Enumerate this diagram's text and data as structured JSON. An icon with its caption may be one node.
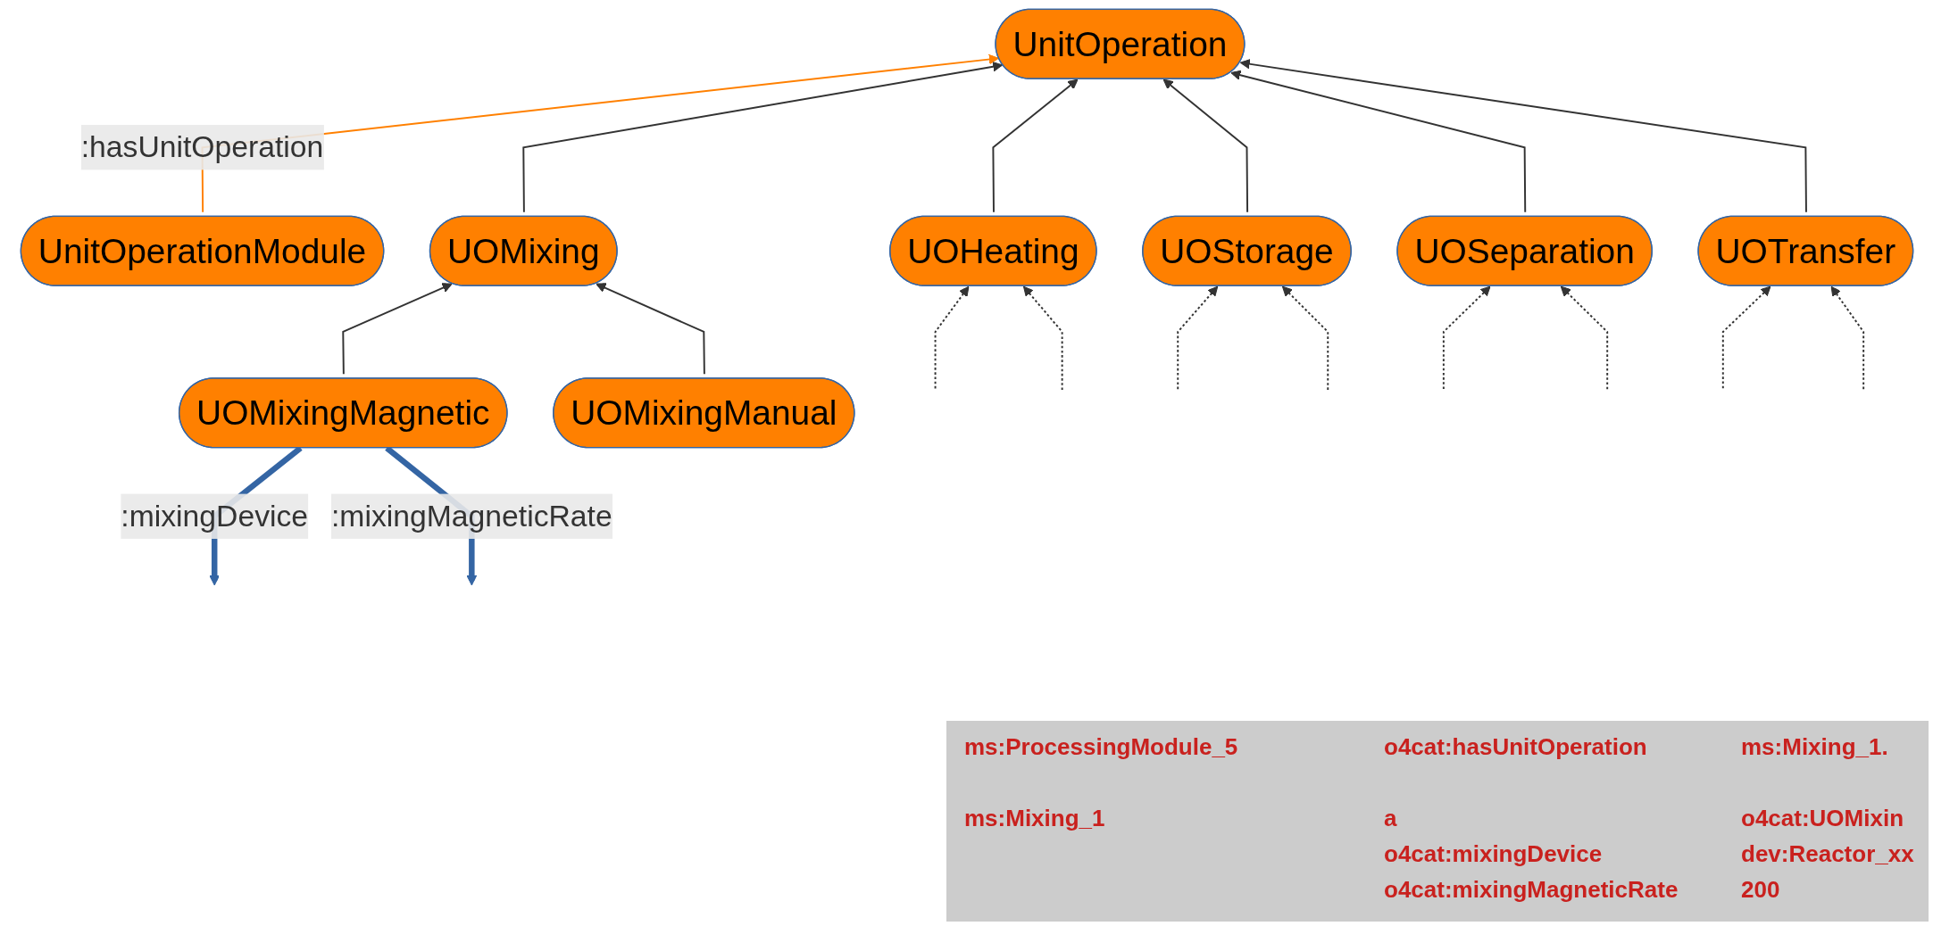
{
  "diagram": {
    "nodes": [
      {
        "text": [
          "UnitOperationModule"
        ]
      },
      {
        "text": [
          "UnitOperation"
        ]
      },
      {
        "text": [
          "UOHeating"
        ]
      },
      {
        "text": [
          "UOStorage"
        ]
      },
      {
        "text": [
          "UOMixing"
        ]
      },
      {
        "text": [
          "UOSeparation"
        ]
      },
      {
        "text": [
          "UOTransfer"
        ]
      },
      {
        "text": [
          "UOMixingMagnetic"
        ]
      },
      {
        "text": [
          "UOMixingManual"
        ]
      }
    ],
    "edges": [
      {
        "from": 0,
        "to": 1,
        "arrow": "to",
        "label": ":hasUnitOperation",
        "color": "#ff8000"
      },
      {
        "from": 2,
        "to": 1,
        "arrow": "to"
      },
      {
        "from": 3,
        "to": 1,
        "arrow": "to"
      },
      {
        "from": 4,
        "to": 1,
        "arrow": "to"
      },
      {
        "from": 5,
        "to": 1,
        "arrow": "to"
      },
      {
        "from": 6,
        "to": 1,
        "arrow": "to"
      },
      {
        "from": null,
        "to": 2,
        "arrow": "to",
        "style": "dashed"
      },
      {
        "from": null,
        "to": 2,
        "arrow": "to",
        "style": "dashed"
      },
      {
        "from": null,
        "to": 3,
        "arrow": "to",
        "style": "dashed"
      },
      {
        "from": null,
        "to": 3,
        "arrow": "to",
        "style": "dashed"
      },
      {
        "from": 7,
        "to": 4,
        "arrow": "to"
      },
      {
        "from": 8,
        "to": 4,
        "arrow": "to"
      },
      {
        "from": null,
        "to": 5,
        "arrow": "to",
        "style": "dashed"
      },
      {
        "from": null,
        "to": 5,
        "arrow": "to",
        "style": "dashed"
      },
      {
        "from": null,
        "to": 6,
        "arrow": "to",
        "style": "dashed"
      },
      {
        "from": null,
        "to": 6,
        "arrow": "to",
        "style": "dashed"
      },
      {
        "from": 7,
        "to": null,
        "arrow": "to",
        "label": ":mixingDevice",
        "style": "thick",
        "color": "#3465a4"
      },
      {
        "from": 7,
        "to": null,
        "arrow": "to",
        "label": ":mixingMagneticRate",
        "style": "thick",
        "color": "#3465a4"
      }
    ],
    "labels": [
      "ms:ProcessingModule_5",
      "o4cat:hasUnitOperation",
      "ms:Mixing_1.",
      "ms:Mixing_1",
      "a",
      "o4cat:UOMixin",
      "o4cat:mixingDevice",
      "dev:Reactor_xx",
      "o4cat:mixingMagneticRate",
      "200"
    ]
  }
}
